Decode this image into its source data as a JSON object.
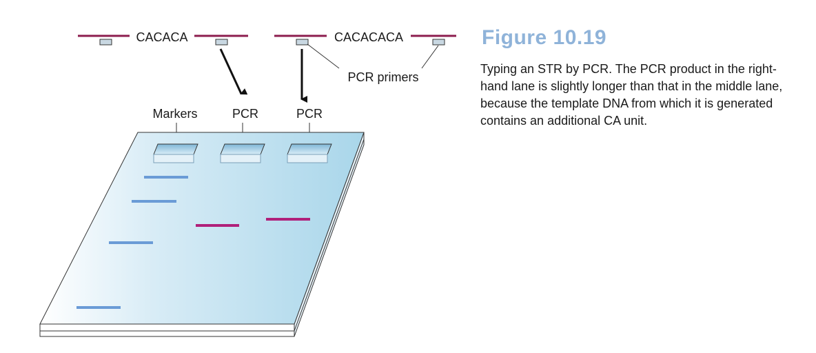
{
  "figure": {
    "title": "Figure 10.19",
    "caption": "Typing an STR by PCR. The PCR product in the right-hand lane is slightly longer than that in the middle lane, because the template DNA from which it is generated contains an additional CA unit."
  },
  "dna": {
    "repeat_left": "CACACA",
    "repeat_right": "CACACACA",
    "primers_label": "PCR primers"
  },
  "lanes": {
    "markers": "Markers",
    "pcr_middle": "PCR",
    "pcr_right": "PCR"
  },
  "colors": {
    "dna_strand": "#8c1d4e",
    "marker_band": "#6a9bd6",
    "pcr_band": "#b0207a",
    "gel": "#bfe0ef",
    "title": "#8fb3d9"
  }
}
